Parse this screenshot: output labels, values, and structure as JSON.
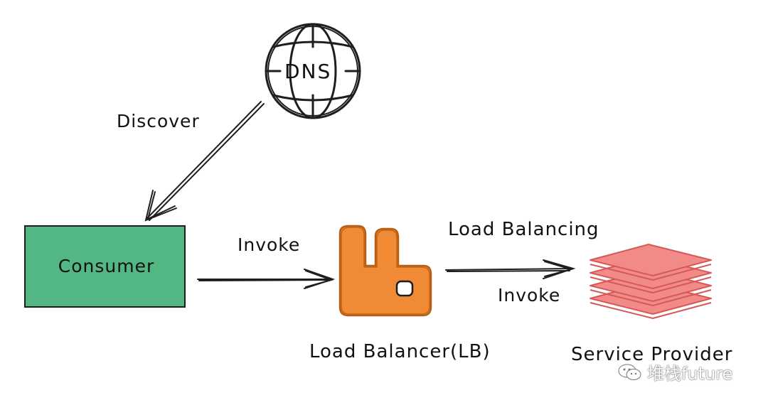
{
  "dns": {
    "label": "DNS"
  },
  "edges": {
    "discover": "Discover",
    "invoke_consumer_lb": "Invoke",
    "load_balancing": "Load Balancing",
    "invoke_lb_provider": "Invoke"
  },
  "nodes": {
    "consumer": "Consumer",
    "load_balancer": "Load Balancer(LB)",
    "service_provider": "Service Provider"
  },
  "watermark": {
    "text": "堆栈future",
    "icon": "wechat-icon"
  },
  "colors": {
    "consumer_fill": "#53b783",
    "lb_fill": "#f08a35",
    "provider_fill": "#f28b88",
    "provider_stroke": "#d45a58",
    "line": "#1e1e1e"
  }
}
